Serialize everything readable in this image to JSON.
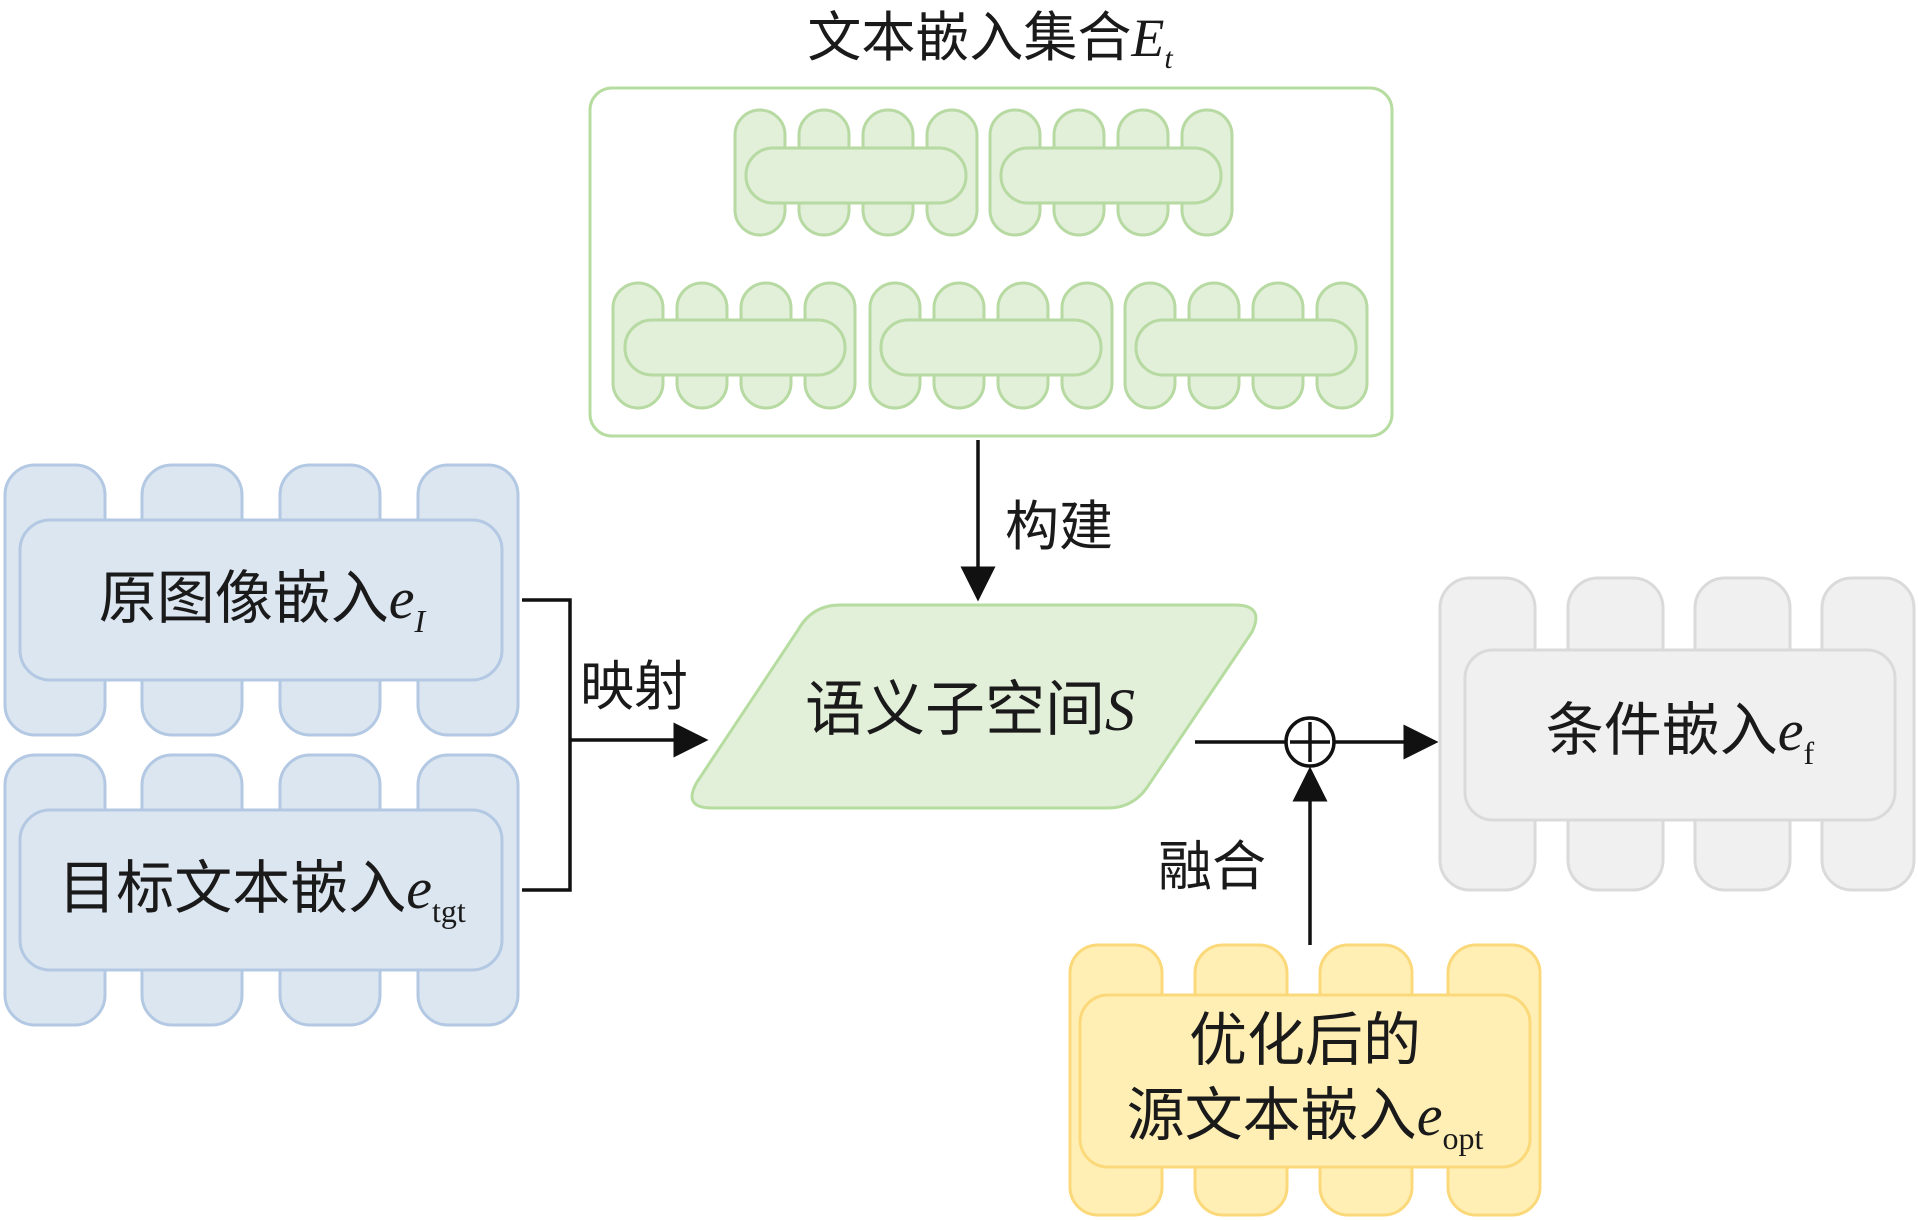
{
  "title": {
    "text": "文本嵌入集合",
    "var": "E",
    "sub": "t"
  },
  "nodes": {
    "source_image": {
      "text": "原图像嵌入",
      "var": "e",
      "sub": "I"
    },
    "target_text": {
      "text": "目标文本嵌入",
      "var": "e",
      "sub": "tgt"
    },
    "semantic_subspace": {
      "text": "语义子空间",
      "var": "S"
    },
    "condition": {
      "text": "条件嵌入",
      "var": "e",
      "sub": "f"
    },
    "optimized_line1": {
      "text": "优化后的"
    },
    "optimized_line2": {
      "text": "源文本嵌入",
      "var": "e",
      "sub": "opt"
    }
  },
  "edges": {
    "construct": "构建",
    "mapping": "映射",
    "fusion": "融合",
    "add_symbol": "+"
  },
  "colors": {
    "green_fill": "#e2efd9",
    "green_stroke": "#a9d18e",
    "blue_fill": "#dce6f1",
    "blue_stroke": "#a6bfdd",
    "gray_fill": "#f0f0f0",
    "gray_stroke": "#d6d6d6",
    "yellow_fill": "#ffefb5",
    "yellow_stroke": "#ffd966",
    "line": "#111111"
  }
}
